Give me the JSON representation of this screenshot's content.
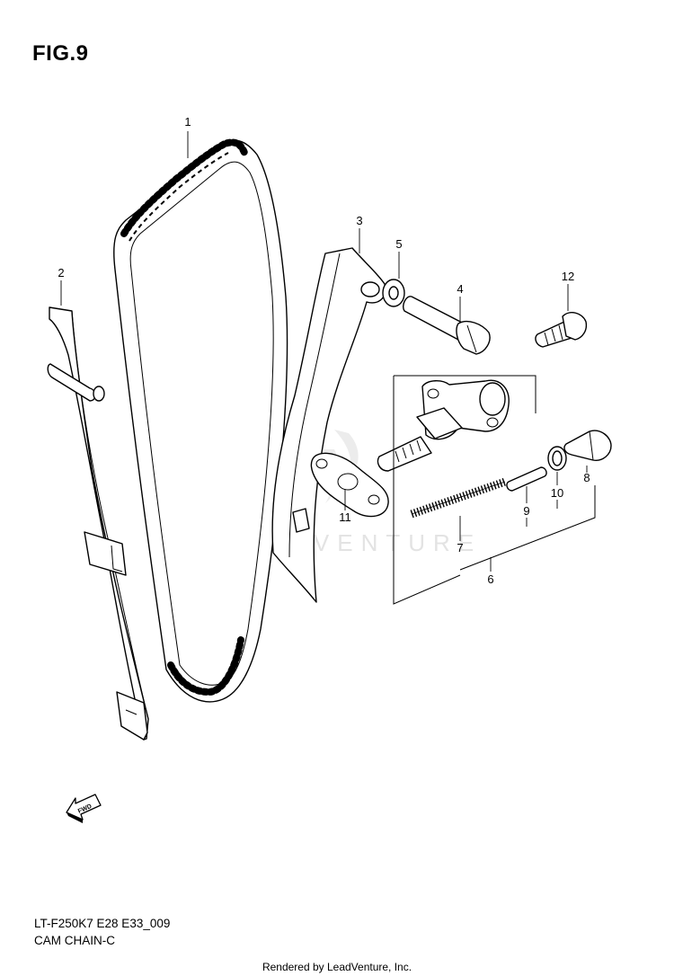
{
  "figure": {
    "title": "FIG.9",
    "code": "LT-F250K7 E28 E33_009",
    "name": "CAM CHAIN-C"
  },
  "callouts": [
    "1",
    "2",
    "3",
    "4",
    "5",
    "6",
    "7",
    "8",
    "9",
    "10",
    "11",
    "12"
  ],
  "direction_arrow": {
    "label": "FWD"
  },
  "watermark": {
    "text": "LEADVENTURE"
  },
  "footer": {
    "rendered_by": "Rendered by LeadVenture, Inc."
  }
}
